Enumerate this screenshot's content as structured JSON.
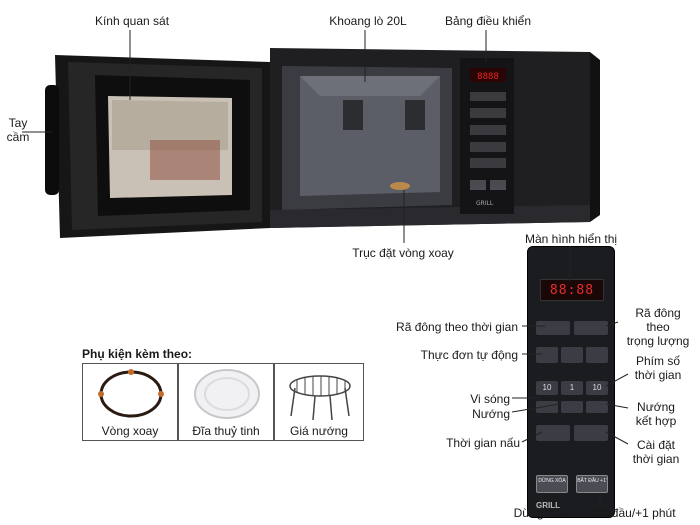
{
  "labels": {
    "glass": "Kính quan sát",
    "cavity": "Khoang lò 20L",
    "control_panel": "Bảng điều khiển",
    "handle": "Tay\ncầm",
    "turntable": "Trục đặt vòng xoay",
    "display": "Màn hình hiển thị",
    "defrost_time": "Rã đông theo thời gian",
    "defrost_weight": "Rã đông\ntheo\ntrọng lượng",
    "auto_menu": "Thực đơn tự động",
    "number_keys": "Phím số\nthời gian",
    "micro": "Vi sóng",
    "grill": "Nướng",
    "combo": "Nướng\nkết hợp",
    "cook_time": "Thời gian nấu",
    "set_time": "Cài đặt\nthời gian",
    "stop": "Dừng/Xóa",
    "start": "Bắt đầu/+1 phút"
  },
  "accessories": {
    "title": "Phụ kiện kèm theo:",
    "items": [
      "Vòng xoay",
      "Đĩa thuỷ tinh",
      "Giá nướng"
    ]
  },
  "panel": {
    "display": "88:88",
    "brand": "GRILL",
    "buttons": {
      "stop": "DỪNG XÓA",
      "start": "BẮT ĐẦU +1'"
    },
    "numbers": [
      "10",
      "1",
      "10"
    ]
  }
}
